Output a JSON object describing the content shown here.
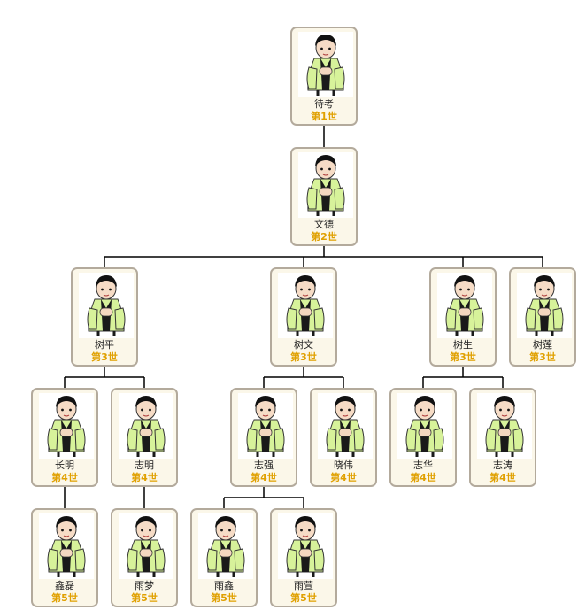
{
  "colors": {
    "card_border": "#b3aa9c",
    "card_background": "#fbf7e9",
    "generation_text": "#e0a000",
    "connector": "#000000",
    "robe": "#d7f29a"
  },
  "icons": {
    "portrait": "person-portrait-icon"
  },
  "members": [
    {
      "id": "m1",
      "name": "待考",
      "generation": "第1世",
      "parent": null
    },
    {
      "id": "m2",
      "name": "文德",
      "generation": "第2世",
      "parent": "m1"
    },
    {
      "id": "m3",
      "name": "树平",
      "generation": "第3世",
      "parent": "m2"
    },
    {
      "id": "m4",
      "name": "树文",
      "generation": "第3世",
      "parent": "m2"
    },
    {
      "id": "m5",
      "name": "树生",
      "generation": "第3世",
      "parent": "m2"
    },
    {
      "id": "m6",
      "name": "树莲",
      "generation": "第3世",
      "parent": "m2"
    },
    {
      "id": "m7",
      "name": "长明",
      "generation": "第4世",
      "parent": "m3"
    },
    {
      "id": "m8",
      "name": "志明",
      "generation": "第4世",
      "parent": "m3"
    },
    {
      "id": "m9",
      "name": "志强",
      "generation": "第4世",
      "parent": "m4"
    },
    {
      "id": "m10",
      "name": "晓伟",
      "generation": "第4世",
      "parent": "m4"
    },
    {
      "id": "m11",
      "name": "志华",
      "generation": "第4世",
      "parent": "m5"
    },
    {
      "id": "m12",
      "name": "志涛",
      "generation": "第4世",
      "parent": "m5"
    },
    {
      "id": "m13",
      "name": "鑫磊",
      "generation": "第5世",
      "parent": "m7"
    },
    {
      "id": "m14",
      "name": "雨梦",
      "generation": "第5世",
      "parent": "m8"
    },
    {
      "id": "m15",
      "name": "雨鑫",
      "generation": "第5世",
      "parent": "m9"
    },
    {
      "id": "m16",
      "name": "雨萱",
      "generation": "第5世",
      "parent": "m9"
    }
  ]
}
